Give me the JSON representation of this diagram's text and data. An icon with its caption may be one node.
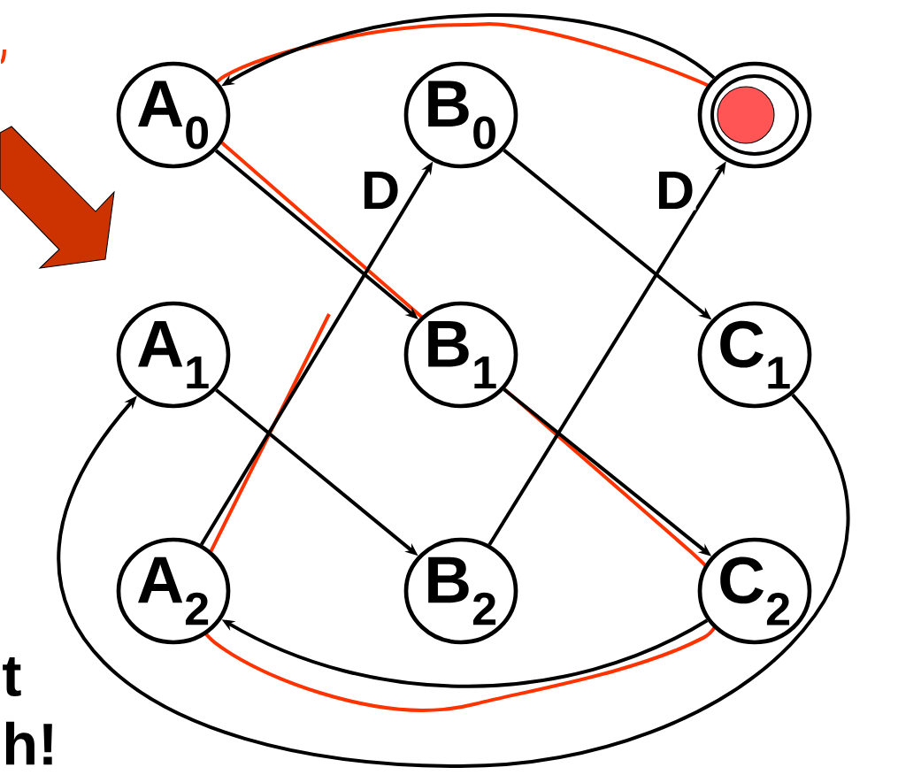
{
  "diagram": {
    "nodes": [
      {
        "text": [
          "A$_{0}$"
        ]
      },
      {
        "text": [
          "B$_{0}$"
        ]
      },
      {
        "text": [],
        "shape": "circle"
      },
      {
        "text": [
          "A$_{1}$"
        ]
      },
      {
        "text": [
          "B$_{1}$"
        ]
      },
      {
        "text": [
          "C$_{1}$"
        ]
      },
      {
        "text": [
          "A$_{2}$"
        ]
      },
      {
        "text": [
          "B$_{2}$"
        ]
      },
      {
        "text": [
          "C$_{2}$"
        ]
      }
    ],
    "edges": [
      {
        "from": 2,
        "to": 0,
        "arrow": "to"
      },
      {
        "from": 0,
        "to": 4,
        "arrow": "to"
      },
      {
        "from": 6,
        "to": 1,
        "arrow": "to",
        "label": "D"
      },
      {
        "from": 1,
        "to": 5,
        "arrow": "to"
      },
      {
        "from": 7,
        "to": 2,
        "arrow": "to",
        "label": "D"
      },
      {
        "from": 3,
        "to": 7,
        "arrow": "to"
      },
      {
        "from": 4,
        "to": 8,
        "arrow": "to"
      },
      {
        "from": 8,
        "to": 6,
        "arrow": "to"
      },
      {
        "from": 5,
        "to": 3,
        "arrow": "to"
      }
    ],
    "labels": [
      "t",
      "h!"
    ]
  }
}
